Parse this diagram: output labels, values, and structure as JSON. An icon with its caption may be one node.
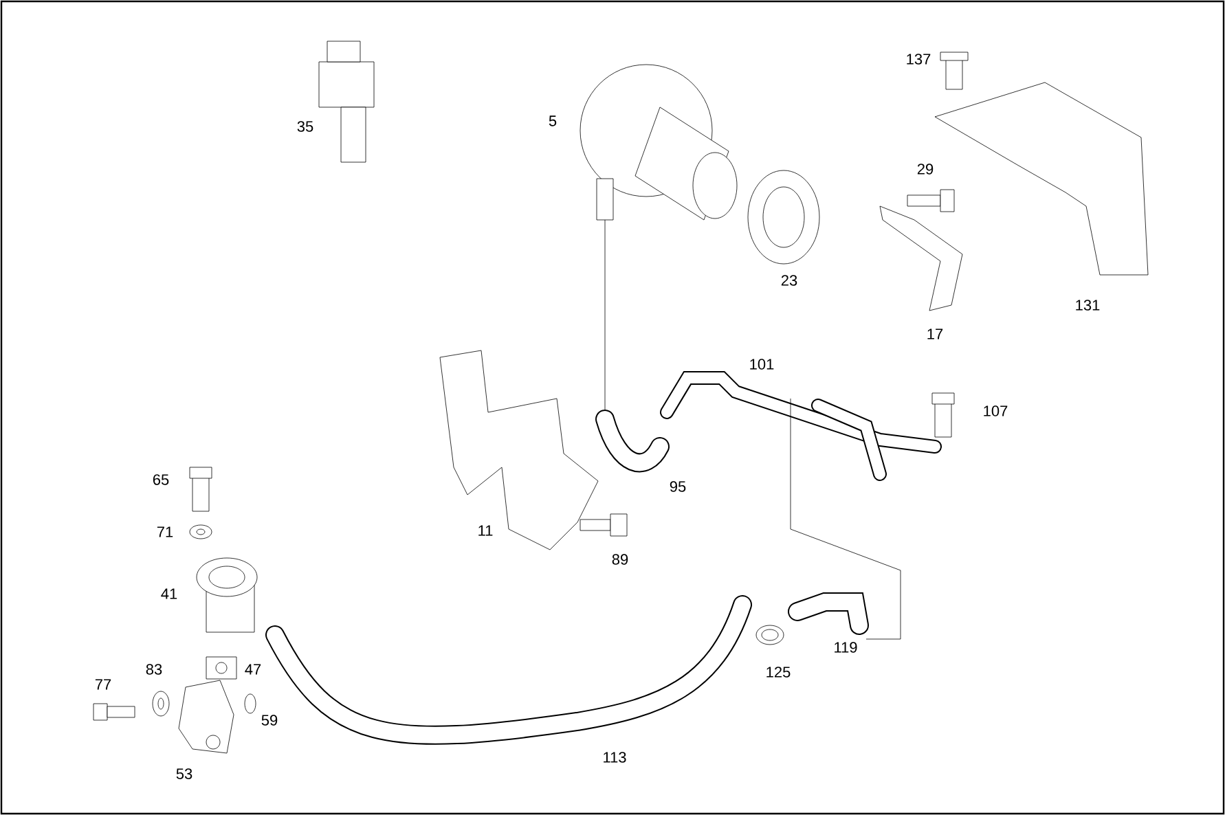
{
  "diagram": {
    "labels": [
      "137",
      "5",
      "35",
      "29",
      "23",
      "131",
      "17",
      "101",
      "107",
      "65",
      "95",
      "11",
      "71",
      "89",
      "41",
      "119",
      "83",
      "47",
      "125",
      "77",
      "59",
      "113",
      "53"
    ]
  }
}
